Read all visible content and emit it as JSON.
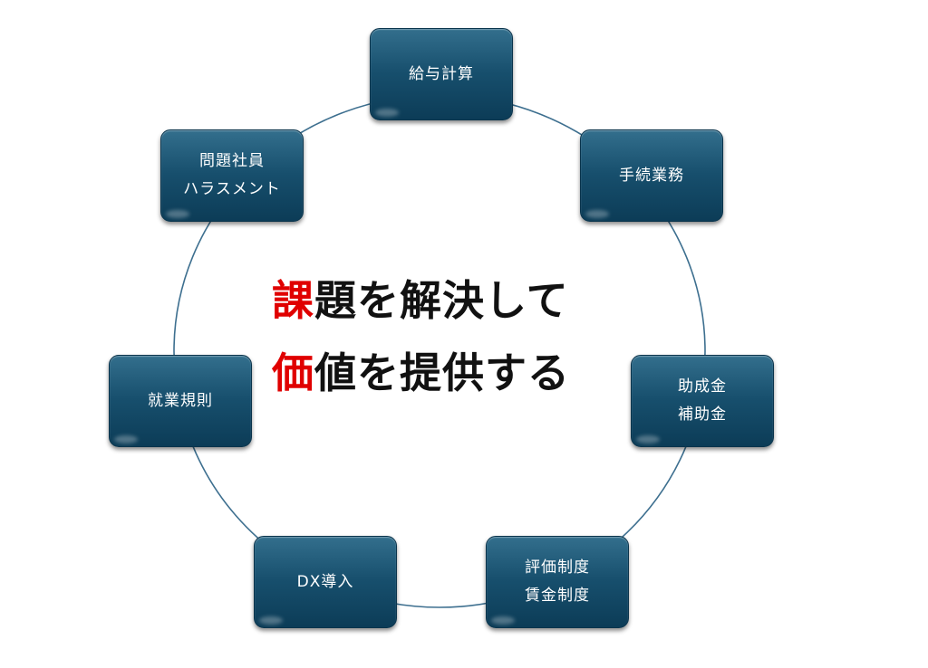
{
  "colors": {
    "node_top": "#336f8d",
    "node_bottom": "#0c3c57",
    "node_text": "#ffffff",
    "ring_line": "#3d6f8f",
    "accent": "#e00000",
    "title_text": "#111111"
  },
  "center": {
    "line1": {
      "accent": "課",
      "rest": "題を解決して"
    },
    "line2": {
      "accent": "価",
      "rest": "値を提供する"
    }
  },
  "nodes": [
    {
      "id": "payroll",
      "lines": [
        "給与計算"
      ]
    },
    {
      "id": "procedures",
      "lines": [
        "手続業務"
      ]
    },
    {
      "id": "subsidies",
      "lines": [
        "助成金",
        "補助金"
      ]
    },
    {
      "id": "evaluation",
      "lines": [
        "評価制度",
        "賃金制度"
      ]
    },
    {
      "id": "dx",
      "lines": [
        "DX導入"
      ]
    },
    {
      "id": "work-rules",
      "lines": [
        "就業規則"
      ]
    },
    {
      "id": "problem-staff",
      "lines": [
        "問題社員",
        "ハラスメント"
      ]
    }
  ]
}
